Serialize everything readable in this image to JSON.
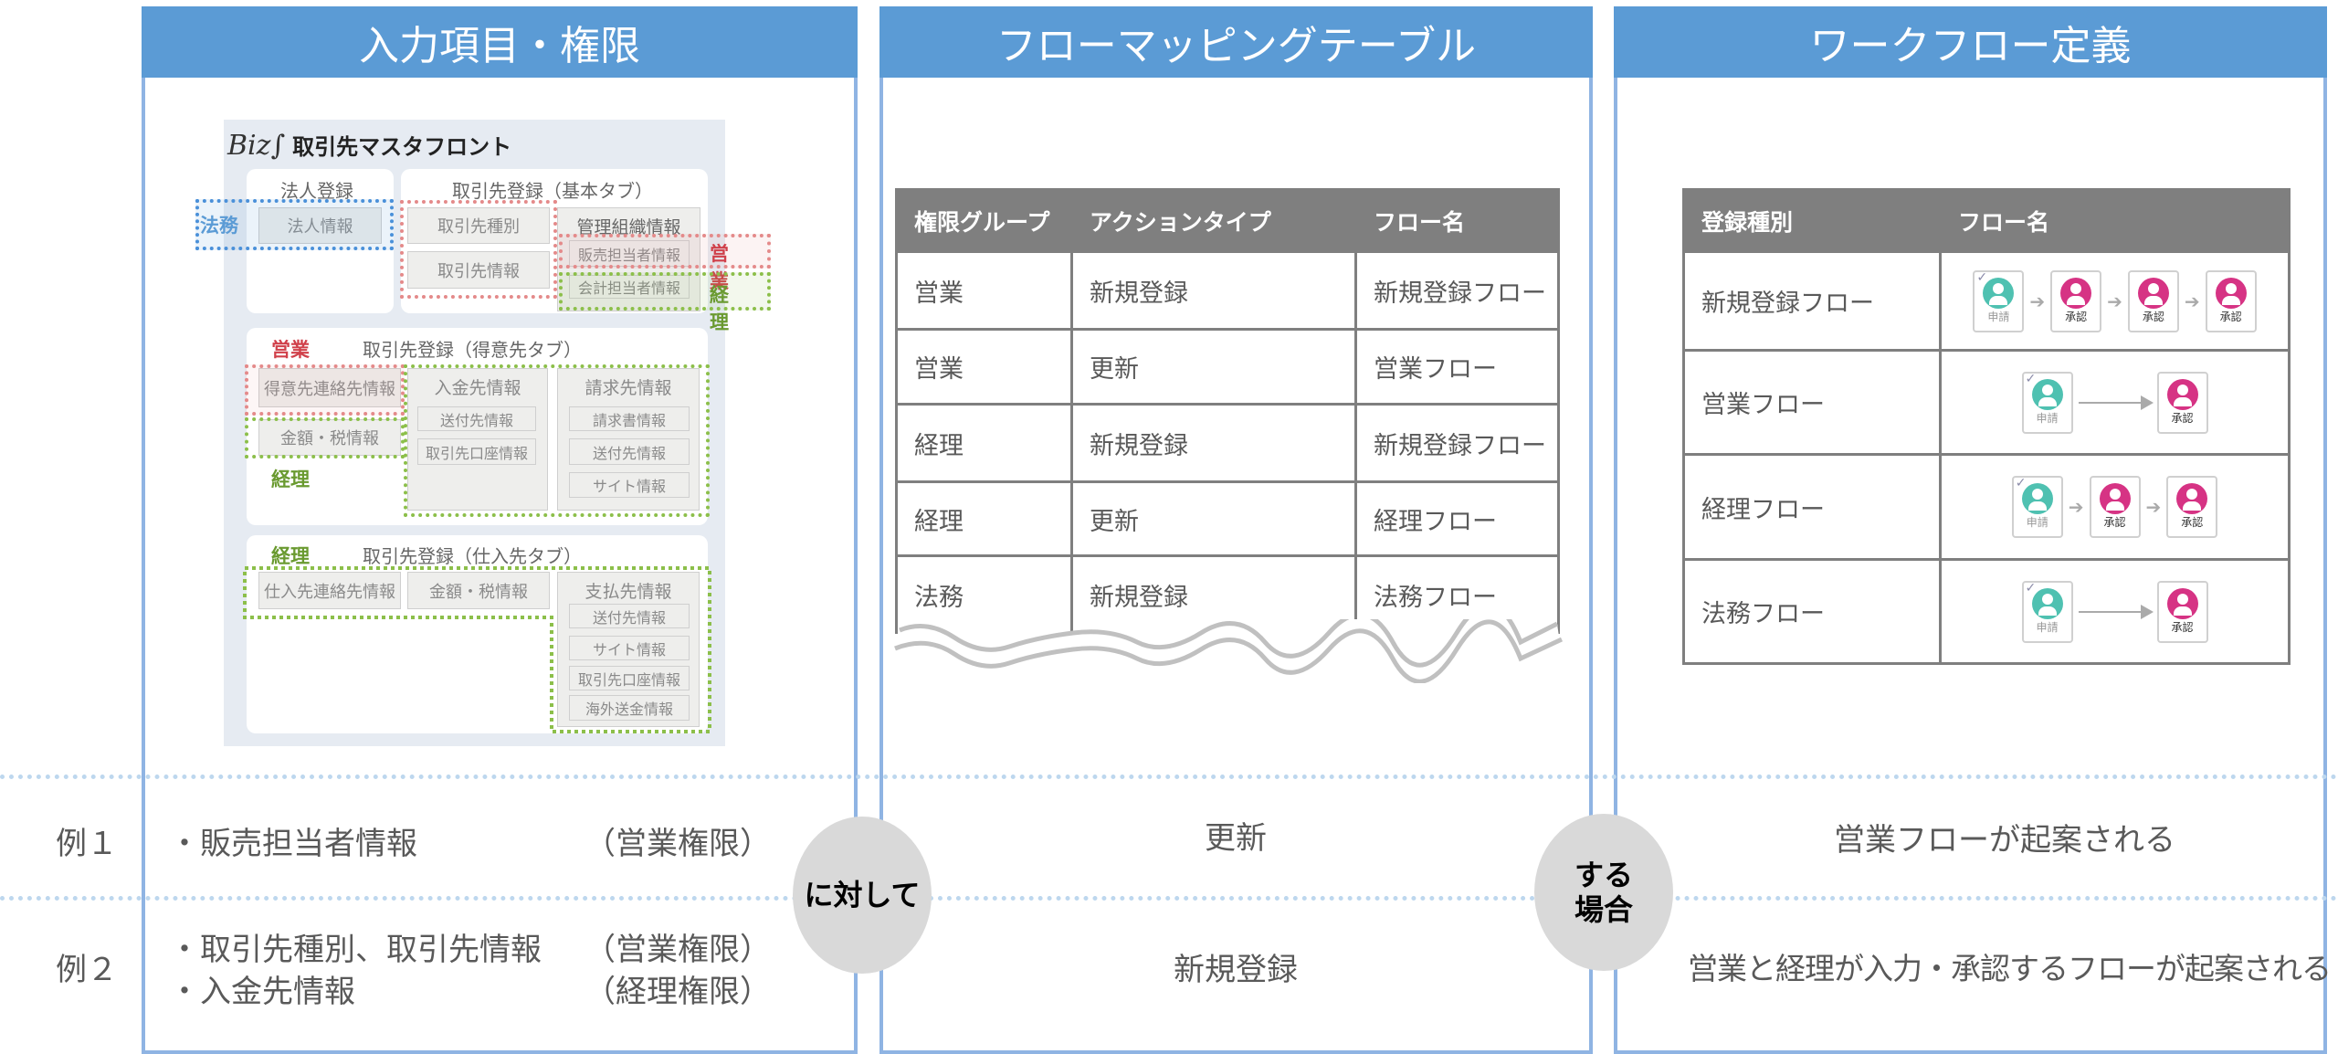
{
  "headers": [
    "入力項目・権限",
    "フローマッピングテーブル",
    "ワークフロー定義"
  ],
  "mockup": {
    "logo": "Biz∫",
    "title": "取引先マスタフロント",
    "sections": {
      "corp": "法人登録",
      "basic": "取引先登録（基本タブ）",
      "customer": "取引先登録（得意先タブ）",
      "supplier": "取引先登録（仕入先タブ）"
    },
    "boxes": {
      "corp_info": "法人情報",
      "partner_type": "取引先種別",
      "partner_info": "取引先情報",
      "mgmt_org": "管理組織情報",
      "sales_rep": "販売担当者情報",
      "acct_rep": "会計担当者情報",
      "cust_contact": "得意先連絡先情報",
      "amount_tax": "金額・税情報",
      "deposit": "入金先情報",
      "send_to": "送付先情報",
      "bank": "取引先口座情報",
      "billing": "請求先情報",
      "invoice": "請求書情報",
      "site": "サイト情報",
      "supp_contact": "仕入先連絡先情報",
      "payee": "支払先情報",
      "overseas": "海外送金情報"
    },
    "roles": {
      "legal": "法務",
      "sales": "営業",
      "accounting": "経理"
    }
  },
  "mapping_table": {
    "columns": [
      "権限グループ",
      "アクションタイプ",
      "フロー名"
    ],
    "rows": [
      [
        "営業",
        "新規登録",
        "新規登録フロー"
      ],
      [
        "営業",
        "更新",
        "営業フロー"
      ],
      [
        "経理",
        "新規登録",
        "新規登録フロー"
      ],
      [
        "経理",
        "更新",
        "経理フロー"
      ],
      [
        "法務",
        "新規登録",
        "法務フロー"
      ]
    ]
  },
  "workflow_table": {
    "columns": [
      "登録種別",
      "フロー名"
    ],
    "rows": [
      {
        "name": "新規登録フロー",
        "approvals": 3
      },
      {
        "name": "営業フロー",
        "approvals": 1
      },
      {
        "name": "経理フロー",
        "approvals": 2
      },
      {
        "name": "法務フロー",
        "approvals": 1
      }
    ],
    "apply_label": "申請",
    "approve_label": "承認"
  },
  "examples": [
    {
      "label": "例１",
      "items": [
        {
          "text": "・販売担当者情報",
          "role": "（営業権限）"
        }
      ],
      "action": "更新",
      "result": "営業フローが起案される"
    },
    {
      "label": "例２",
      "items": [
        {
          "text": "・取引先種別、取引先情報",
          "role": "（営業権限）"
        },
        {
          "text": "・入金先情報",
          "role": "（経理権限）"
        }
      ],
      "action": "新規登録",
      "result": "営業と経理が入力・承認するフローが起案される"
    }
  ],
  "connectors": {
    "against": "に対して",
    "when": "する\n場合"
  }
}
